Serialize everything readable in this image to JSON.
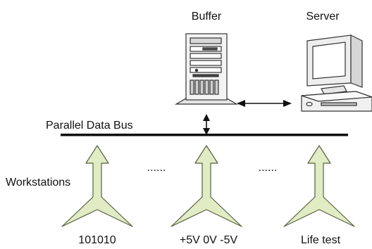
{
  "labels": {
    "buffer": "Buffer",
    "server": "Server",
    "bus": "Parallel Data Bus",
    "workstations": "Workstations",
    "ellipsis_1": "......",
    "ellipsis_2": "......"
  },
  "workstations": [
    {
      "caption": "101010"
    },
    {
      "caption": "+5V 0V -5V"
    },
    {
      "caption": "Life test"
    }
  ],
  "colors": {
    "bus": "#0a0a0a",
    "arrow_fill": "#e2ecc4",
    "arrow_stroke": "#556040",
    "device_fill": "#f1f1f1",
    "device_stroke": "#333333",
    "monitor_screen": "#ffffff"
  },
  "icons": {
    "buffer": "server-tower-icon",
    "server": "desktop-computer-icon"
  }
}
